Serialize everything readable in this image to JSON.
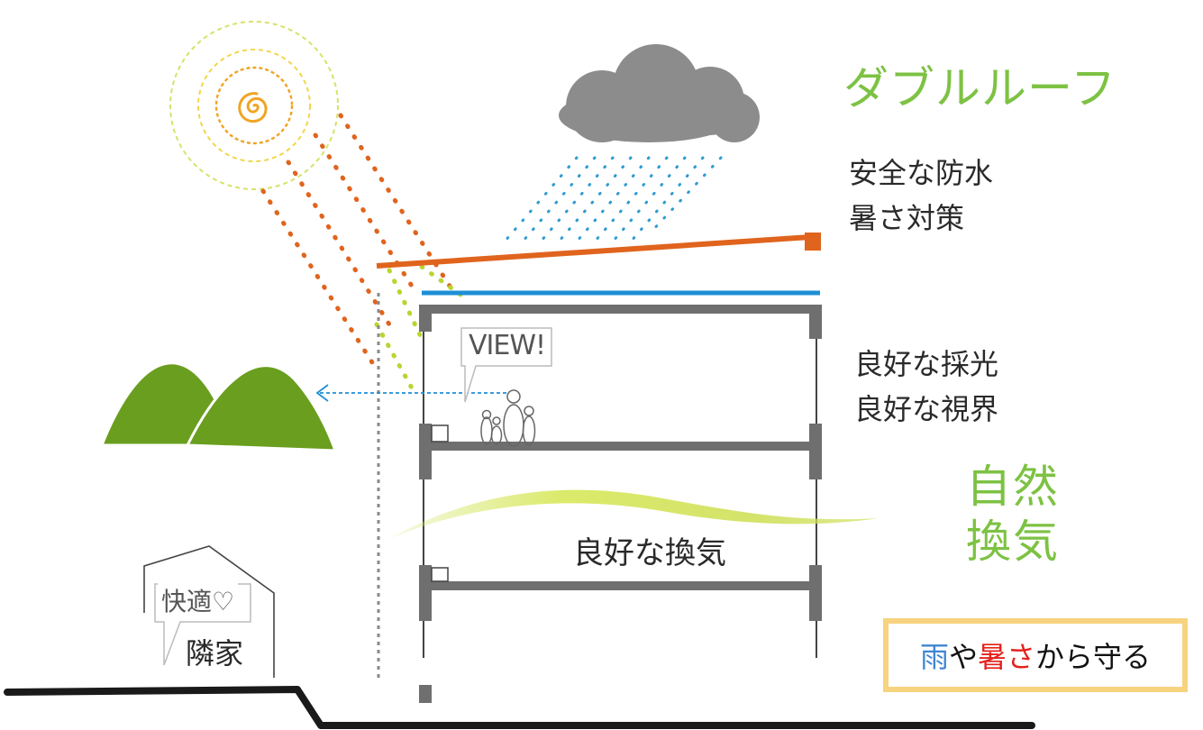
{
  "title": "ダブルルーフ",
  "roof_notes": [
    "安全な防水",
    "暑さ対策"
  ],
  "light_notes": [
    "良好な採光",
    "良好な視界"
  ],
  "ventilation": {
    "green_lines": [
      "自然",
      "換気"
    ],
    "label": "良好な換気"
  },
  "view_bubble": "VIEW!",
  "comfort_bubble": "快適♡",
  "neighbor_label": "隣家",
  "badge": {
    "part1": "雨",
    "part2": "や",
    "part3": "暑さ",
    "part4": "から守る"
  },
  "colors": {
    "title_green": "#7dc243",
    "roof_orange": "#e0641d",
    "waterproof_blue": "#1e8fd6",
    "mountain_green": "#6a9e1f",
    "badge_border": "#f8d37f",
    "badge_blue": "#3f86d1",
    "badge_red": "#e3211c"
  },
  "icons": [
    "sun-icon",
    "cloud-icon",
    "rain-icon",
    "mountain-icon",
    "family-icon",
    "wind-icon"
  ]
}
